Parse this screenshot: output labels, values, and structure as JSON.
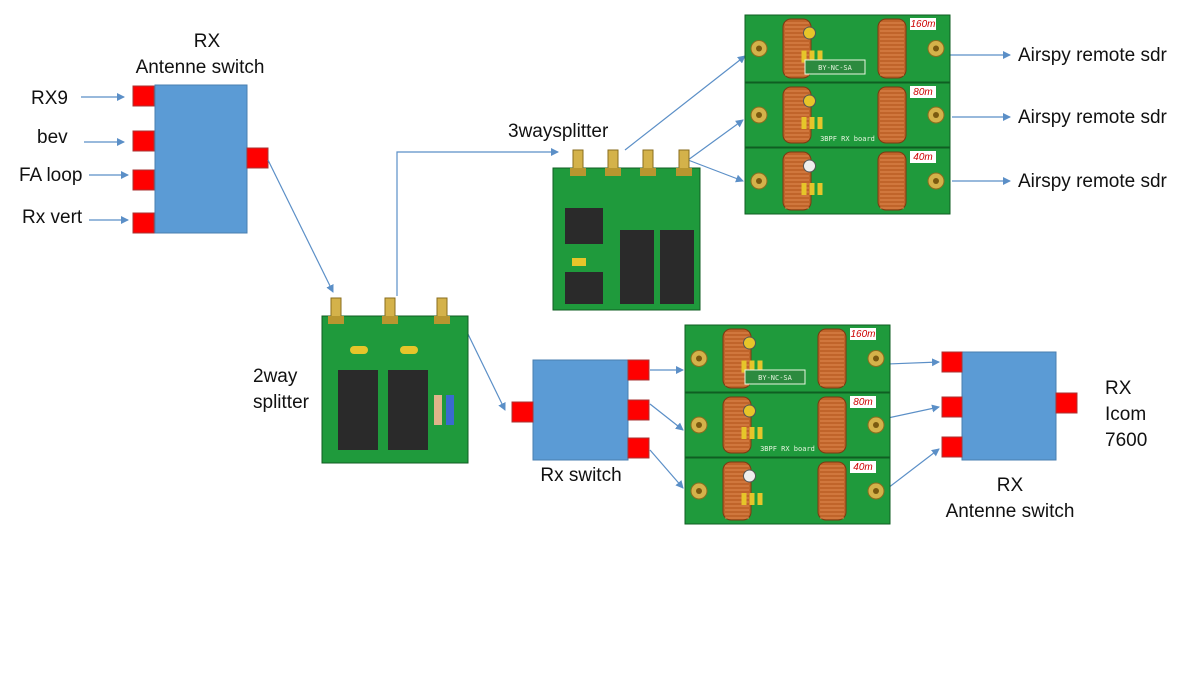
{
  "colors": {
    "box": "#5b9bd5",
    "port": "#ff0000",
    "arrow": "#5b8fc7",
    "pcb": "#1f9a3c",
    "coil": "#c0642a",
    "connector": "#d4b24a"
  },
  "left_switch": {
    "title_line1": "RX",
    "title_line2": "Antenne switch",
    "inputs": [
      "RX9",
      "bev",
      "FA loop",
      "Rx vert"
    ]
  },
  "two_way": {
    "label_line1": "2way",
    "label_line2": "splitter"
  },
  "three_way": {
    "label": "3waysplitter"
  },
  "top_boards": {
    "bands": [
      "160m",
      "80m",
      "40m"
    ],
    "board_name": "3BPF RX board",
    "license": "BY-NC-SA",
    "outputs": [
      "Airspy remote sdr",
      "Airspy remote sdr",
      "Airspy remote sdr"
    ]
  },
  "rx_switch": {
    "label": "Rx switch"
  },
  "bottom_boards": {
    "bands": [
      "160m",
      "80m",
      "40m"
    ],
    "board_name": "3BPF RX board",
    "license": "BY-NC-SA"
  },
  "right_switch": {
    "title_line1": "RX",
    "title_line2": "Antenne switch",
    "radio_line1": "RX",
    "radio_line2": "Icom",
    "radio_line3": "7600"
  }
}
